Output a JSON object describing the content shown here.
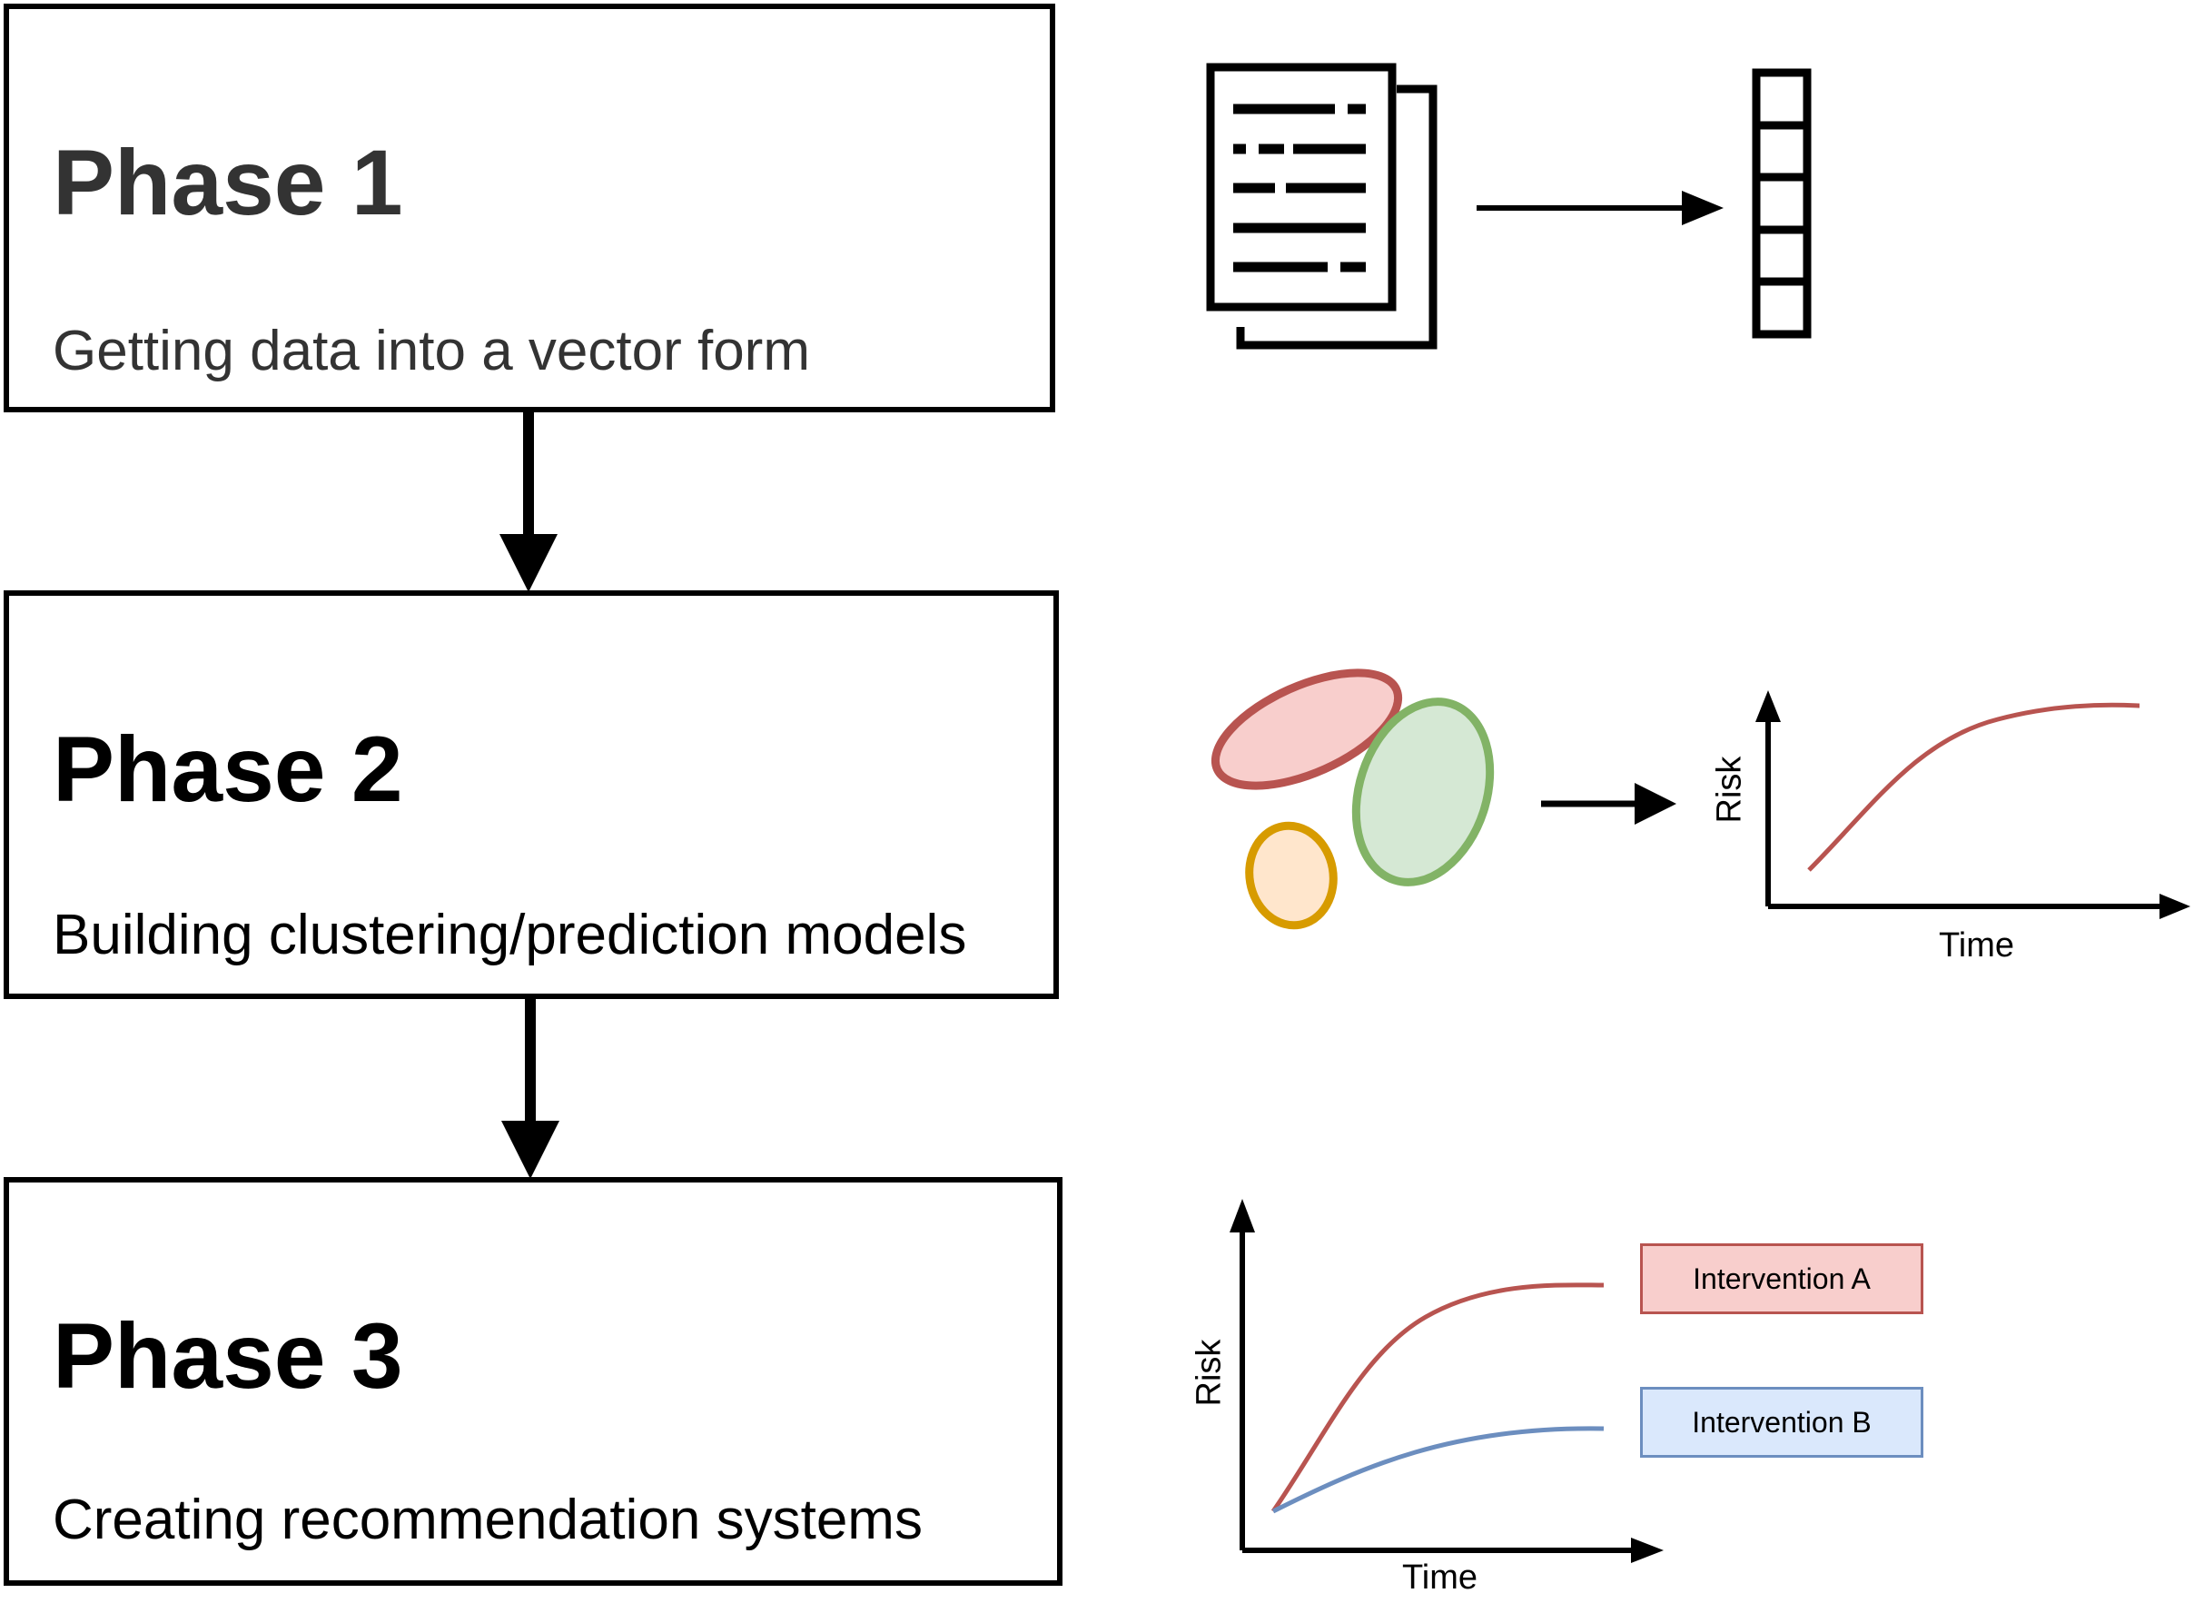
{
  "phases": [
    {
      "title": "Phase 1",
      "description": "Getting data into a vector form"
    },
    {
      "title": "Phase 2",
      "description": "Building clustering/prediction models"
    },
    {
      "title": "Phase 3",
      "description": "Creating recommendation systems"
    }
  ],
  "phase1_icons": [
    "documents-icon",
    "arrow-right-icon",
    "vector-icon"
  ],
  "phase2_graph": {
    "ylabel": "Risk",
    "xlabel": "Time",
    "curve_color": "#b85450"
  },
  "phase2_clusters": [
    {
      "name": "red-cluster",
      "fill": "#f8cecc",
      "stroke": "#b85450"
    },
    {
      "name": "green-cluster",
      "fill": "#d5e8d4",
      "stroke": "#82b366"
    },
    {
      "name": "orange-cluster",
      "fill": "#ffe6cc",
      "stroke": "#d79b00"
    }
  ],
  "phase3_graph": {
    "ylabel": "Risk",
    "xlabel": "Time",
    "legend": [
      {
        "label": "Intervention A",
        "fill": "#f8cecc",
        "stroke": "#b85450"
      },
      {
        "label": "Intervention B",
        "fill": "#dae8fc",
        "stroke": "#6c8ebf"
      }
    ]
  }
}
